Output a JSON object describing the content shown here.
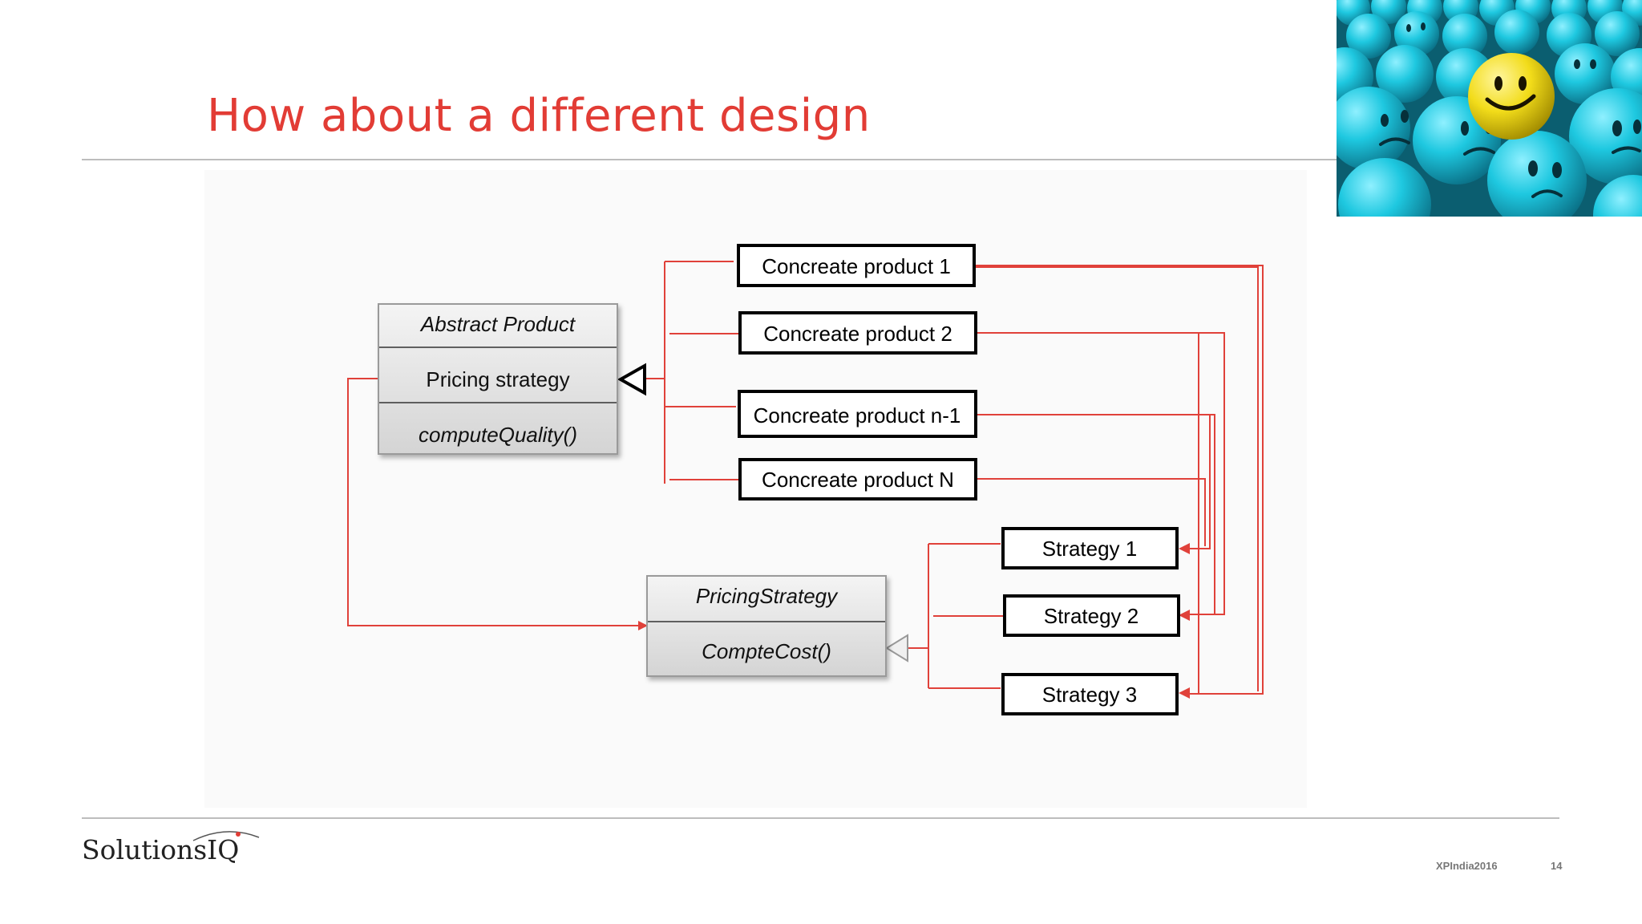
{
  "slide": {
    "title": "How about a different design",
    "footer_event": "XPIndia2016",
    "page_number": "14",
    "logo_text": "SolutionsIQ"
  },
  "diagram": {
    "abstract_product": {
      "name": "Abstract Product",
      "attribute": "Pricing strategy",
      "method": "computeQuality()"
    },
    "pricing_strategy": {
      "name": "PricingStrategy",
      "method": "CompteCost()"
    },
    "products": [
      "Concreate product 1",
      "Concreate product 2",
      "Concreate product n-1",
      "Concreate product N"
    ],
    "strategies": [
      "Strategy 1",
      "Strategy 2",
      "Strategy 3"
    ],
    "colors": {
      "accent": "#e23c35",
      "line": "#e0413a",
      "box_border": "#000000",
      "uml_fill_top": "#f2f2f2",
      "uml_fill_bottom": "#d6d6d6",
      "ball": "#1ec8e0",
      "smiley": "#f2dc1a"
    }
  }
}
